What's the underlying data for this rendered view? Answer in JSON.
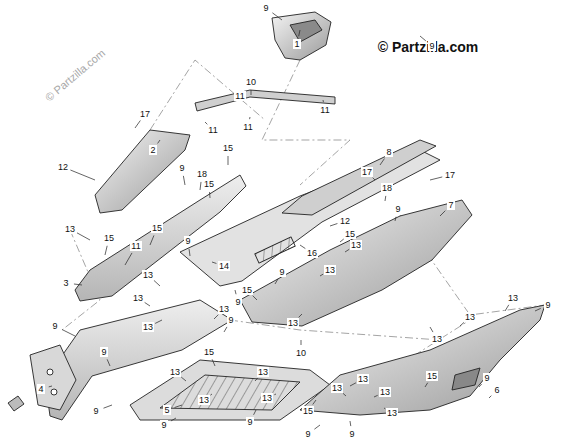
{
  "diagram": {
    "labels": [
      "© Partzilla.com",
      "© Partzilla.com",
      "9",
      "9",
      "1",
      "10",
      "11",
      "11",
      "11",
      "11",
      "17",
      "2",
      "12",
      "15",
      "9",
      "18",
      "15",
      "8",
      "17",
      "17",
      "18",
      "9",
      "7",
      "12",
      "15",
      "13",
      "15",
      "15",
      "11",
      "3",
      "9",
      "14",
      "16",
      "13",
      "13",
      "9",
      "13",
      "13",
      "9",
      "15",
      "9",
      "13",
      "13",
      "9",
      "13",
      "10",
      "13",
      "13",
      "9",
      "13",
      "15",
      "4",
      "9",
      "13",
      "13",
      "13",
      "13",
      "15",
      "9",
      "6",
      "13",
      "5",
      "13",
      "13",
      "15",
      "13",
      "9",
      "9",
      "9",
      "9",
      "9"
    ]
  }
}
